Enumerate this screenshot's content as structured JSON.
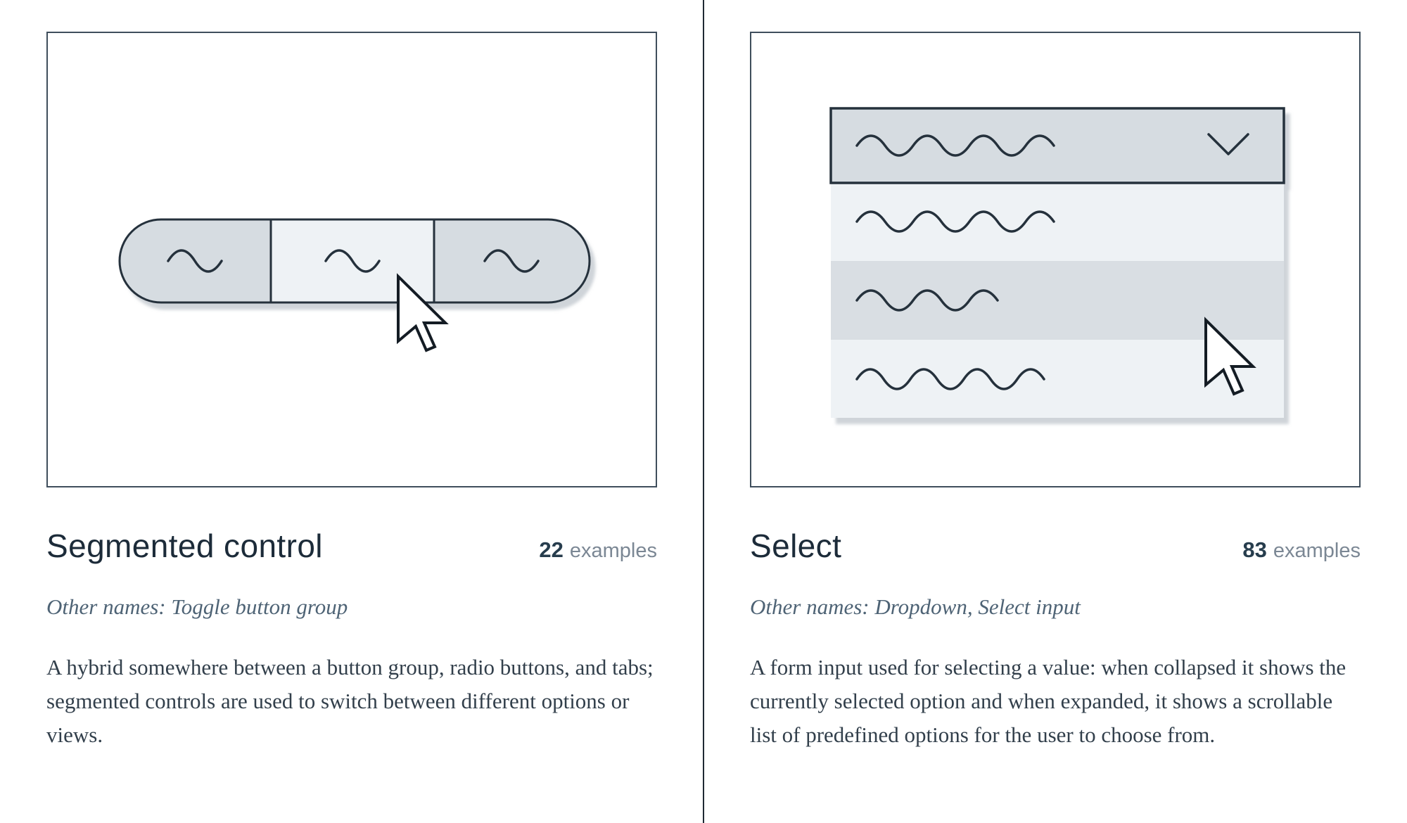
{
  "palette": {
    "ink": "#25313c",
    "frame_border": "#3f4e5c",
    "divider": "#1f2933",
    "shape_fill": "#d6dce1",
    "shape_light": "#eef2f5",
    "row_highlight": "#d9dee3",
    "title_color": "#1c2b39",
    "count_color": "#273d4d",
    "examples_color": "#7b8794",
    "other_names_color": "#4e6375",
    "description_color": "#323f4b"
  },
  "icons": {
    "cursor": "arrow-pointer",
    "chevron": "chevron-down"
  },
  "cards": [
    {
      "title": "Segmented control",
      "examples_count": "22",
      "examples_label": "examples",
      "other_names": "Other names: Toggle button group",
      "description": "A hybrid somewhere between a button group, radio buttons, and tabs; segmented controls are used to switch between different options or views."
    },
    {
      "title": "Select",
      "examples_count": "83",
      "examples_label": "examples",
      "other_names": "Other names: Dropdown, Select input",
      "description": "A form input used for selecting a value: when collapsed it shows the currently selected option and when expanded, it shows a scrollable list of predefined options for the user to choose from."
    }
  ]
}
